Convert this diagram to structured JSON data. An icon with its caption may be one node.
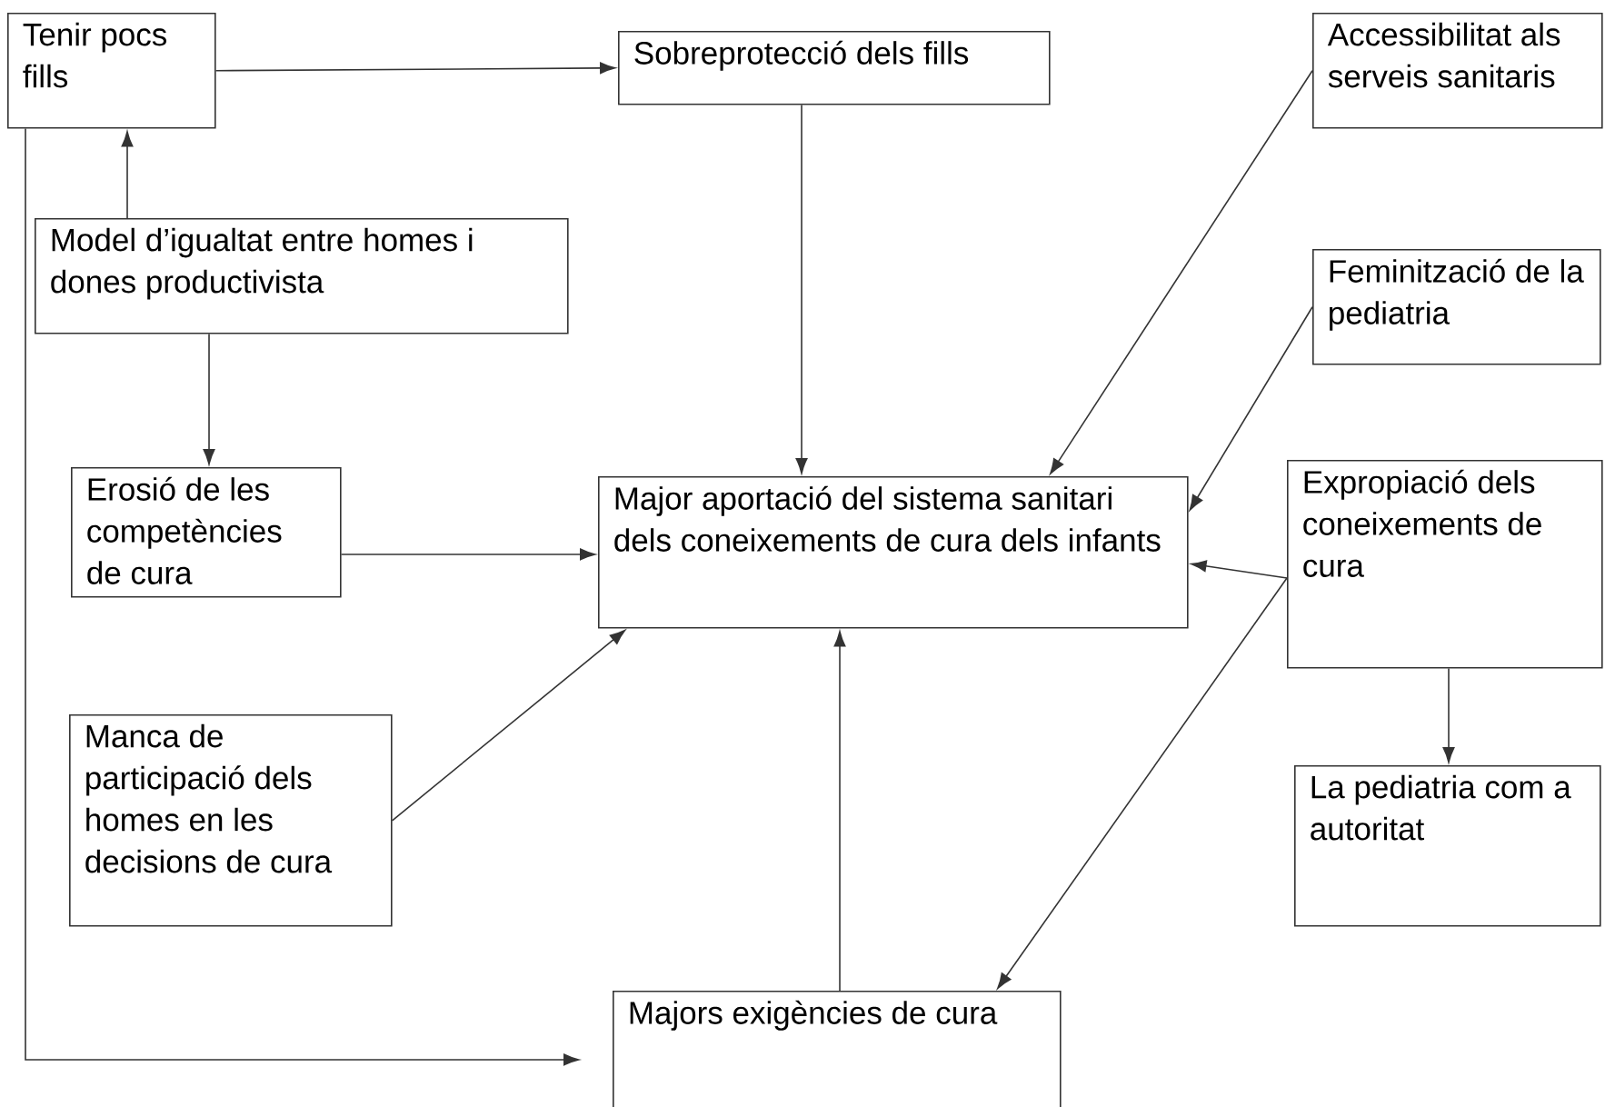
{
  "diagram": {
    "nodes": [
      {
        "text": [
          "Tenir pocs fills"
        ]
      },
      {
        "text": [
          "Sobreprotecció dels fills"
        ]
      },
      {
        "text": [
          "Accessibilitat als serveis sanitaris"
        ]
      },
      {
        "text": [
          "Model d’igualtat entre homes i dones productivista"
        ]
      },
      {
        "text": [
          "Feminització de la pediatria"
        ]
      },
      {
        "text": [
          "Erosió de les competències de cura"
        ]
      },
      {
        "text": [
          "Major aportació del sistema sanitari dels coneixements de cura dels infants"
        ]
      },
      {
        "text": [
          "Expropiació dels coneixements de cura"
        ]
      },
      {
        "text": [
          "Manca de participació dels homes en les decisions de cura"
        ]
      },
      {
        "text": [
          "La pediatria com a autoritat"
        ]
      },
      {
        "text": [
          "Majors exigències de cura"
        ]
      }
    ],
    "edges": [
      {
        "from": 0,
        "to": 1,
        "arrow": "to"
      },
      {
        "from": 3,
        "to": 0,
        "arrow": "to"
      },
      {
        "from": 3,
        "to": 5,
        "arrow": "to"
      },
      {
        "from": 1,
        "to": 6,
        "arrow": "to"
      },
      {
        "from": 2,
        "to": 6,
        "arrow": "to"
      },
      {
        "from": 4,
        "to": 6,
        "arrow": "to"
      },
      {
        "from": 5,
        "to": 6,
        "arrow": "to"
      },
      {
        "from": 7,
        "to": 6,
        "arrow": "to"
      },
      {
        "from": 8,
        "to": 6,
        "arrow": "to"
      },
      {
        "from": 10,
        "to": 6,
        "arrow": "to"
      },
      {
        "from": 7,
        "to": 10,
        "arrow": "to"
      },
      {
        "from": 7,
        "to": 9,
        "arrow": "to"
      },
      {
        "from": 0,
        "to": 10,
        "arrow": "to"
      }
    ]
  }
}
